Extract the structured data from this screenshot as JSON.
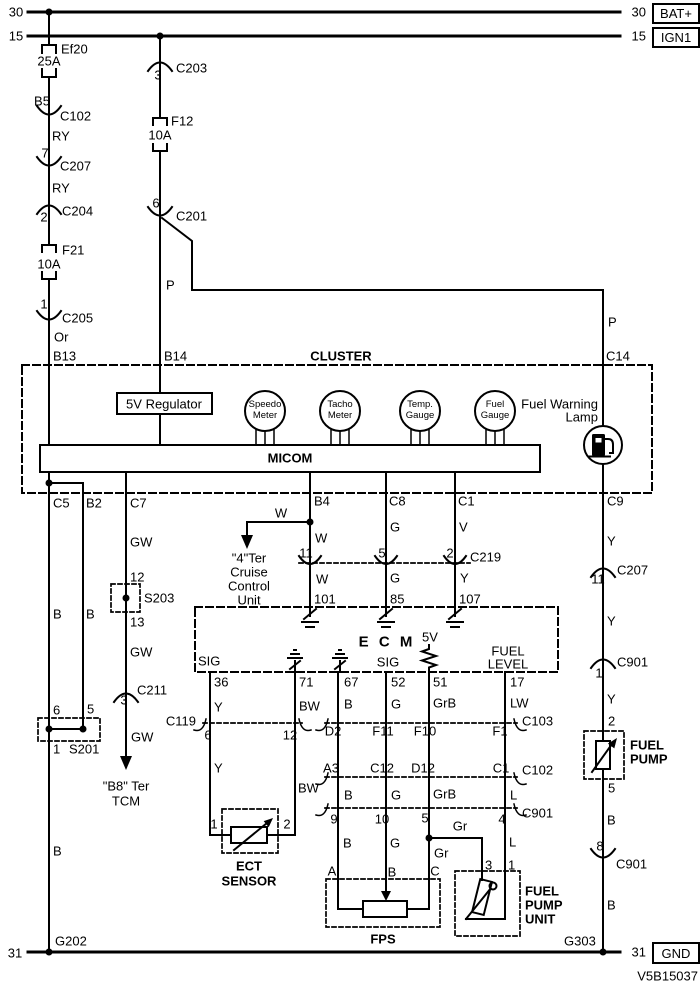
{
  "code": "V5B15037",
  "power": {
    "n30": "30",
    "n15": "15",
    "n31": "31",
    "bat": "BAT+",
    "ign": "IGN1",
    "gnd": "GND"
  },
  "feed_left": {
    "fuse1": "Ef20",
    "fuse1_amp": "25A",
    "b5": "B5",
    "c102": "C102",
    "ry1": "RY",
    "p7": "7",
    "c207": "C207",
    "ry2": "RY",
    "p2": "2",
    "c204": "C204",
    "fuse2": "F21",
    "fuse2_amp": "10A",
    "p1": "1",
    "c205": "C205",
    "or": "Or",
    "b13": "B13"
  },
  "feed_mid": {
    "p3": "3",
    "c203": "C203",
    "fuse": "F12",
    "fuse_amp": "10A",
    "p6": "6",
    "c201": "C201",
    "p_wire": "P",
    "b14": "B14",
    "p_wire2": "P",
    "c14": "C14"
  },
  "cluster": {
    "title": "CLUSTER",
    "regulator": "5V Regulator",
    "speedo1": "Speedo",
    "speedo2": "Meter",
    "tacho1": "Tacho",
    "tacho2": "Meter",
    "temp1": "Temp.",
    "temp2": "Gauge",
    "fuelg1": "Fuel",
    "fuelg2": "Gauge",
    "lamp1": "Fuel Warning",
    "lamp2": "Lamp",
    "micom": "MICOM",
    "c5": "C5",
    "b2": "B2",
    "c7": "C7",
    "b4": "B4",
    "c8": "C8",
    "c1": "C1",
    "c9": "C9"
  },
  "ground_left": {
    "b1": "B",
    "b2": "B",
    "p6": "6",
    "p5": "5",
    "p1": "1",
    "s201": "S201",
    "b3": "B",
    "g202": "G202"
  },
  "tcm": {
    "gw1": "GW",
    "p12": "12",
    "s203": "S203",
    "p13": "13",
    "gw2": "GW",
    "p3": "3",
    "c211": "C211",
    "gw3": "GW",
    "dest1": "\"B8\" Ter",
    "dest2": "TCM"
  },
  "cruise": {
    "w1": "W",
    "dest1": "\"4\"Ter",
    "dest2": "Cruise",
    "dest3": "Control",
    "dest4": "Unit",
    "w2": "W",
    "p11": "11",
    "w3": "W",
    "p101": "101"
  },
  "c219": {
    "label": "C219",
    "g1": "G",
    "p5": "5",
    "g2": "G",
    "p85": "85",
    "v1": "V",
    "p2": "2",
    "y1": "Y",
    "p107": "107"
  },
  "fuel_feed": {
    "y1": "Y",
    "p11": "11",
    "c207": "C207",
    "y2": "Y",
    "p1": "1",
    "c901a": "C901",
    "y3": "Y",
    "p2": "2",
    "pump1": "FUEL",
    "pump2": "PUMP",
    "p5": "5",
    "b1": "B",
    "p8": "8",
    "c901b": "C901",
    "b2": "B",
    "g303": "G303"
  },
  "ecm": {
    "title": "E C M",
    "v5": "5V",
    "fuel": "FUEL",
    "level": "LEVEL",
    "sig1": "SIG",
    "sig2": "SIG",
    "p36": "36",
    "p71": "71",
    "p67": "67",
    "p52": "52",
    "p51": "51",
    "p17": "17",
    "w36": "Y",
    "w71": "BW",
    "w67": "B",
    "w52": "G",
    "w51": "GrB",
    "w17": "LW"
  },
  "c119": {
    "label": "C119",
    "p6": "6",
    "p12": "12"
  },
  "ect": {
    "y": "Y",
    "bw": "BW",
    "p1": "1",
    "p2": "2",
    "name1": "ECT",
    "name2": "SENSOR"
  },
  "c103": {
    "label": "C103",
    "d2": "D2",
    "f11": "F11",
    "f10": "F10",
    "f1": "F1"
  },
  "c102l": {
    "label": "C102",
    "a3": "A3",
    "c12": "C12",
    "d12": "D12",
    "c1": "C1",
    "wb": "B",
    "wg": "G",
    "wgrb": "GrB",
    "wl": "L"
  },
  "c901l": {
    "label": "C901",
    "p9": "9",
    "p10": "10",
    "p5": "5",
    "p4": "4",
    "wb": "B",
    "wg": "G",
    "gr1": "Gr",
    "gr2": "Gr",
    "wl": "L"
  },
  "fps": {
    "pa": "A",
    "pb": "B",
    "pc": "C",
    "name": "FPS"
  },
  "fpu": {
    "p3": "3",
    "p1": "1",
    "name1": "FUEL",
    "name2": "PUMP",
    "name3": "UNIT"
  }
}
